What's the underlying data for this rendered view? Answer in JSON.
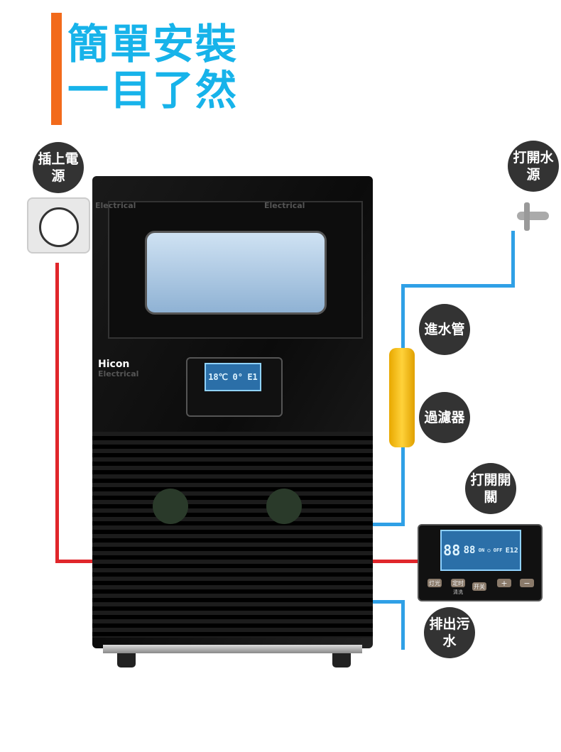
{
  "headline": {
    "line1": "簡單安裝",
    "line2": "一目了然"
  },
  "labels": {
    "plug": "插上電源",
    "tap": "打開水源",
    "inlet": "進水管",
    "filter": "過濾器",
    "switch": "打開開關",
    "drain": "排出污水"
  },
  "machine": {
    "brand": "Hicon",
    "watermark": "Electrical",
    "display_temp": "18℃",
    "display_time": "0°",
    "display_code": "E1"
  },
  "control_panel": {
    "digits_left": "88",
    "digits_right": "88",
    "on_off": "ON ○ OFF",
    "code": "E12",
    "buttons": [
      "灯光",
      "定时",
      "开关",
      "+",
      "−"
    ],
    "sub_label": "清洗"
  },
  "colors": {
    "accent": "#17b3ea",
    "bar": "#f26a1b",
    "power_line": "#e0262b",
    "water_line": "#2fa0e6"
  }
}
